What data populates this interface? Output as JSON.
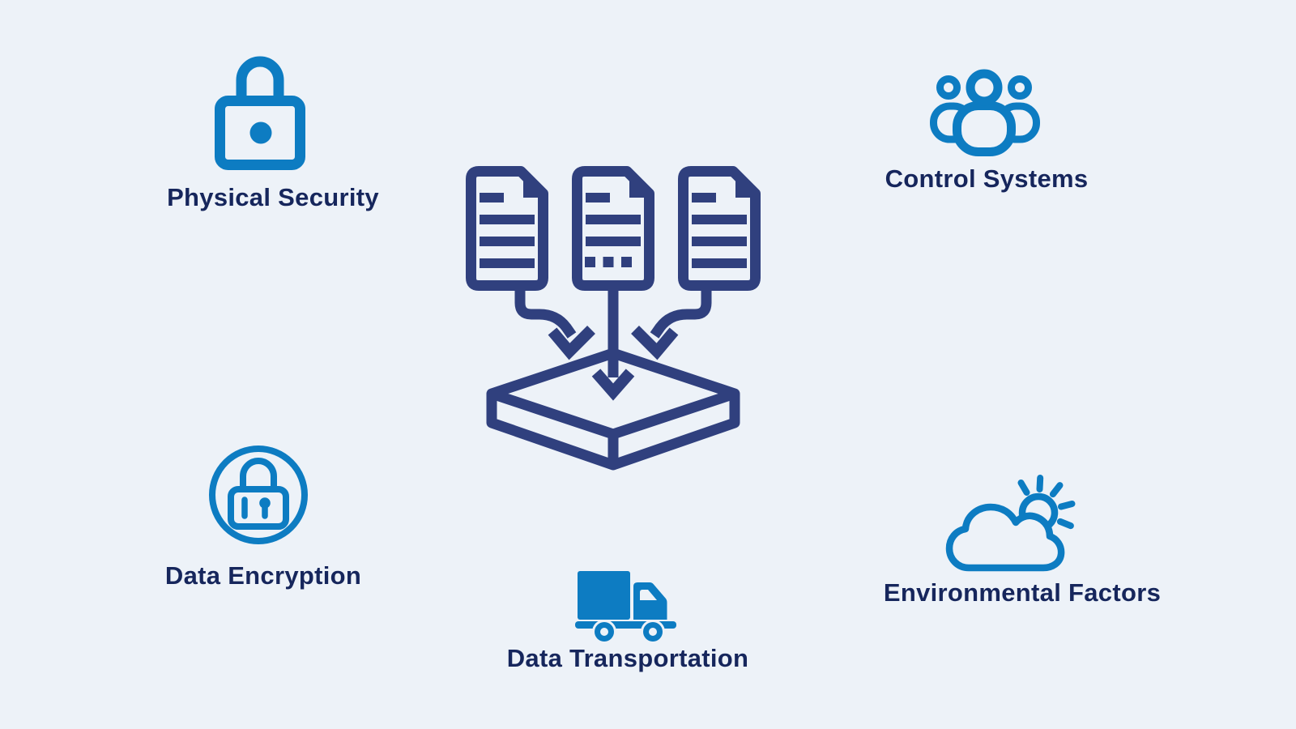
{
  "title": "Data protection factors diagram",
  "colors": {
    "page_bg": "#edf2f8",
    "accent_blue": "#0d7cc2",
    "icon_navy": "#30407e",
    "label_text": "#16265c"
  },
  "center": {
    "icon": "documents-into-platform-icon"
  },
  "items": [
    {
      "id": "physical-security",
      "label": "Physical Security",
      "icon": "padlock-icon"
    },
    {
      "id": "control-systems",
      "label": "Control Systems",
      "icon": "people-group-icon"
    },
    {
      "id": "data-encryption",
      "label": "Data Encryption",
      "icon": "lock-in-circle-icon"
    },
    {
      "id": "data-transportation",
      "label": "Data Transportation",
      "icon": "truck-icon"
    },
    {
      "id": "environmental-factors",
      "label": "Environmental Factors",
      "icon": "cloud-sun-icon"
    }
  ]
}
